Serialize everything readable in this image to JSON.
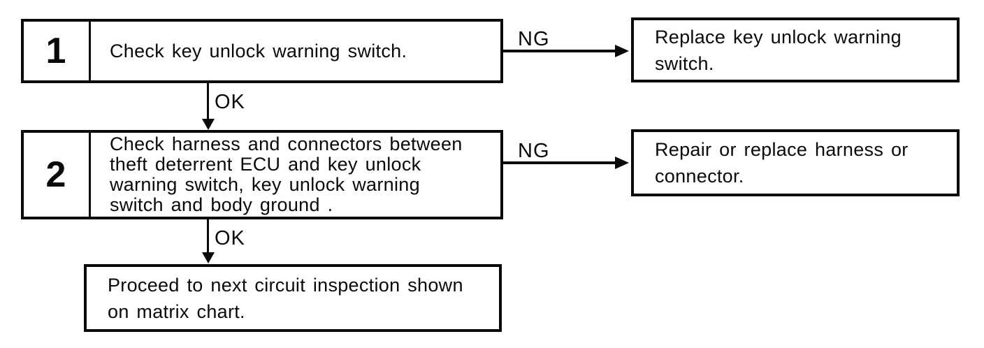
{
  "colors": {
    "ink": "#0a0a0a",
    "paper": "#ffffff"
  },
  "flowchart": {
    "step1": {
      "number": "1",
      "text": "Check key unlock warning switch.",
      "ng_label": "NG",
      "ok_label": "OK"
    },
    "result1": {
      "lines": [
        "Replace key unlock warning",
        "switch."
      ]
    },
    "step2": {
      "number": "2",
      "lines": [
        "Check harness and connectors between",
        "theft deterrent ECU and key unlock",
        "warning switch, key unlock warning",
        "switch and body ground ."
      ],
      "ng_label": "NG",
      "ok_label": "OK"
    },
    "result2": {
      "lines": [
        "Repair or replace harness or",
        "connector."
      ]
    },
    "final": {
      "lines": [
        "Proceed to next circuit inspection shown",
        "on matrix chart."
      ]
    }
  }
}
